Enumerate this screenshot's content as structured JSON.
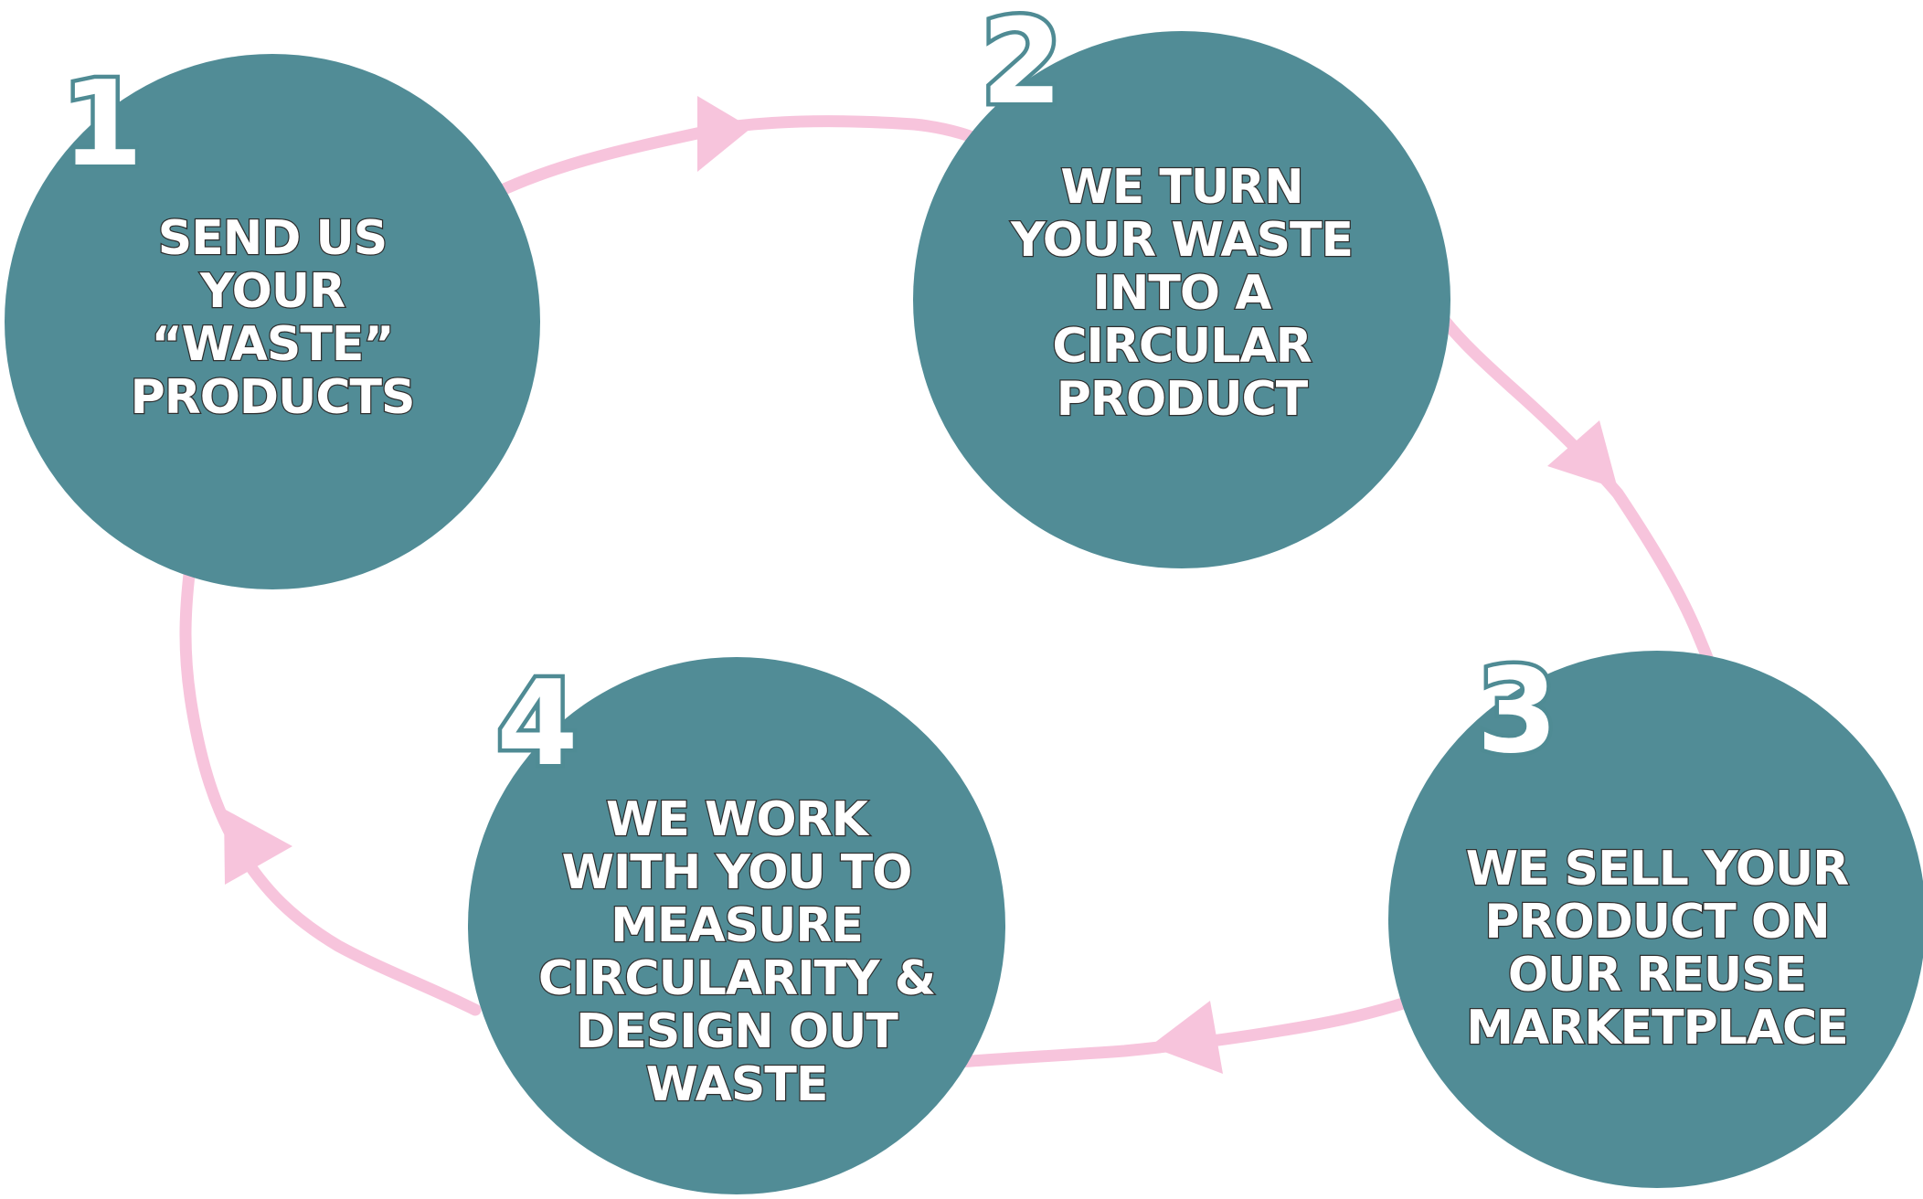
{
  "colors": {
    "circle": "#518c96",
    "arrow": "#f7c4dc",
    "text": "#ffffff",
    "number_outline": "#4f8b94"
  },
  "steps": [
    {
      "number": "1",
      "lines": [
        "SEND US",
        "YOUR",
        "“WASTE”",
        "PRODUCTS"
      ]
    },
    {
      "number": "2",
      "lines": [
        "WE TURN",
        "YOUR WASTE",
        "INTO A",
        "CIRCULAR",
        "PRODUCT"
      ]
    },
    {
      "number": "3",
      "lines": [
        "WE SELL YOUR",
        "PRODUCT ON",
        "OUR REUSE",
        "MARKETPLACE"
      ]
    },
    {
      "number": "4",
      "lines": [
        "WE WORK",
        "WITH YOU TO",
        "MEASURE",
        "CIRCULARITY &",
        "DESIGN OUT",
        "WASTE"
      ]
    }
  ]
}
